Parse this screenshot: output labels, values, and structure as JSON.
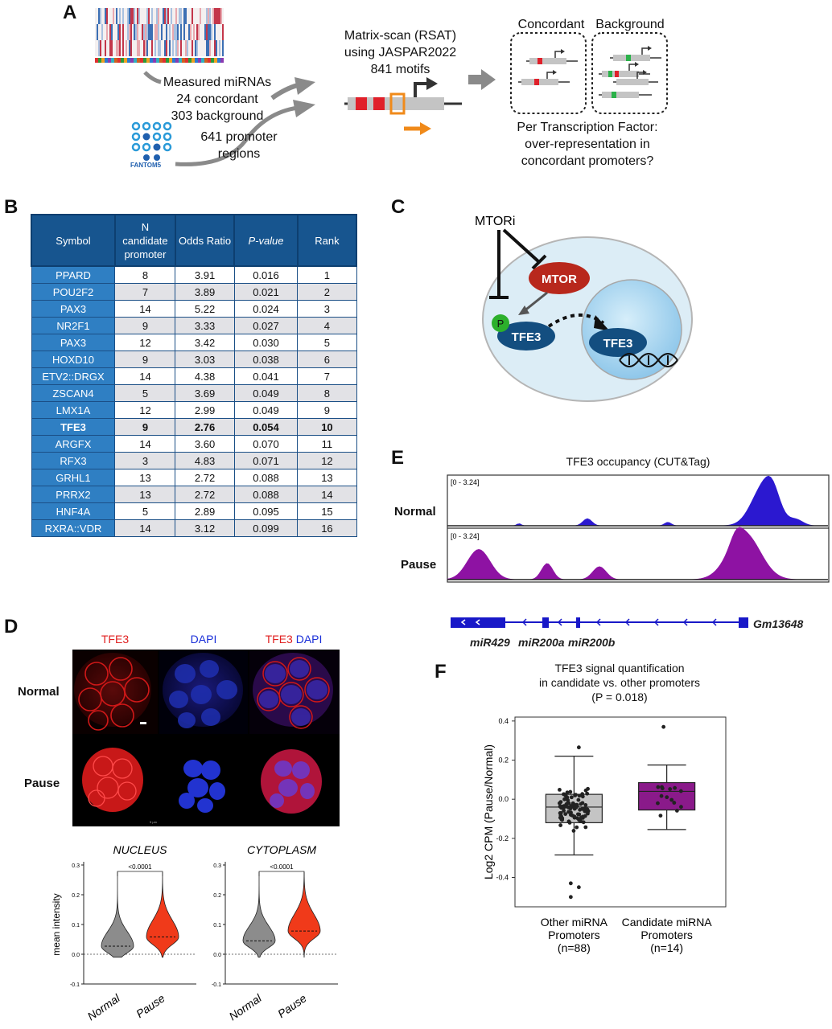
{
  "panels": {
    "a": "A",
    "b": "B",
    "c": "C",
    "d": "D",
    "e": "E",
    "f": "F"
  },
  "panel_a": {
    "rsat_lines": [
      "Matrix-scan (RSAT)",
      "using JASPAR2022",
      "841 motifs"
    ],
    "mirna_lines": [
      "Measured miRNAs",
      "24 concordant",
      "303 background"
    ],
    "promoter_lines": [
      "641 promoter",
      "regions"
    ],
    "fantom_logo": "FANTOM5",
    "concordant": "Concordant",
    "background": "Background",
    "question_lines": [
      "Per Transcription Factor:",
      "over-representation in",
      "concordant promoters?"
    ]
  },
  "panel_b": {
    "headers": [
      "Symbol",
      "N candidate promoter",
      "Odds Ratio",
      "P-value",
      "Rank"
    ],
    "rows": [
      [
        "PPARD",
        "8",
        "3.91",
        "0.016",
        "1"
      ],
      [
        "POU2F2",
        "7",
        "3.89",
        "0.021",
        "2"
      ],
      [
        "PAX3",
        "14",
        "5.22",
        "0.024",
        "3"
      ],
      [
        "NR2F1",
        "9",
        "3.33",
        "0.027",
        "4"
      ],
      [
        "PAX3",
        "12",
        "3.42",
        "0.030",
        "5"
      ],
      [
        "HOXD10",
        "9",
        "3.03",
        "0.038",
        "6"
      ],
      [
        "ETV2::DRGX",
        "14",
        "4.38",
        "0.041",
        "7"
      ],
      [
        "ZSCAN4",
        "5",
        "3.69",
        "0.049",
        "8"
      ],
      [
        "LMX1A",
        "12",
        "2.99",
        "0.049",
        "9"
      ],
      [
        "TFE3",
        "9",
        "2.76",
        "0.054",
        "10"
      ],
      [
        "ARGFX",
        "14",
        "3.60",
        "0.070",
        "11"
      ],
      [
        "RFX3",
        "3",
        "4.83",
        "0.071",
        "12"
      ],
      [
        "GRHL1",
        "13",
        "2.72",
        "0.088",
        "13"
      ],
      [
        "PRRX2",
        "13",
        "2.72",
        "0.088",
        "14"
      ],
      [
        "HNF4A",
        "5",
        "2.89",
        "0.095",
        "15"
      ],
      [
        "RXRA::VDR",
        "14",
        "3.12",
        "0.099",
        "16"
      ]
    ],
    "bold_row_index": 9
  },
  "panel_c": {
    "mtori": "MTORi",
    "mtor": "MTOR",
    "p": "P",
    "tfe3_cyto": "TFE3",
    "tfe3_nuc": "TFE3"
  },
  "panel_d": {
    "col_tfe3": "TFE3",
    "col_dapi": "DAPI",
    "col_merge_tfe3": "TFE3",
    "col_merge_dapi": "DAPI",
    "row_normal": "Normal",
    "row_pause": "Pause",
    "scale_text": "5 μm",
    "colors": {
      "tfe3": "#e02020",
      "dapi": "#1a2fd8"
    }
  },
  "panel_e": {
    "title": "TFE3 occupancy (CUT&Tag)",
    "normal": "Normal",
    "pause": "Pause",
    "range": "[0 - 3.24]",
    "genes": [
      "miR429",
      "miR200a",
      "miR200b"
    ],
    "gene_right": "Gm13648",
    "colors": {
      "normal": "#2b18d0",
      "pause": "#8e12a3"
    }
  },
  "chart_data": [
    {
      "type": "violin",
      "title": "NUCLEUS",
      "ylabel": "mean intensity",
      "categories": [
        "Normal",
        "Pause"
      ],
      "ylim": [
        -0.1,
        0.3
      ],
      "yticks": [
        "-0.1",
        "0.0",
        "0.1",
        "0.2",
        "0.3"
      ],
      "significance": "<0.0001",
      "medians": [
        0.027,
        0.058
      ],
      "colors": [
        "#8c8c8c",
        "#f03a1a"
      ]
    },
    {
      "type": "violin",
      "title": "CYTOPLASM",
      "ylabel": "",
      "categories": [
        "Normal",
        "Pause"
      ],
      "ylim": [
        -0.1,
        0.3
      ],
      "yticks": [
        "-0.1",
        "0.0",
        "0.1",
        "0.2",
        "0.3"
      ],
      "significance": "<0.0001",
      "medians": [
        0.045,
        0.078
      ],
      "colors": [
        "#8c8c8c",
        "#f03a1a"
      ]
    },
    {
      "type": "box",
      "title_lines": [
        "TFE3 signal quantification",
        "in candidate vs. other promoters",
        "(P = 0.018)"
      ],
      "ylabel": "Log2 CPM (Pause/Normal)",
      "categories": [
        "Other miRNA Promoters (n=88)",
        "Candidate miRNA Promoters (n=14)"
      ],
      "cat_lines": [
        [
          "Other miRNA",
          "Promoters",
          "(n=88)"
        ],
        [
          "Candidate miRNA",
          "Promoters",
          "(n=14)"
        ]
      ],
      "ylim": [
        -0.55,
        0.42
      ],
      "yticks": [
        -0.4,
        -0.2,
        0.0,
        0.2,
        0.4
      ],
      "ytick_labels": [
        "-0.4",
        "-0.2",
        "0.0",
        "0.2",
        "0.4"
      ],
      "boxes": [
        {
          "min": -0.285,
          "q1": -0.12,
          "median": -0.04,
          "q3": 0.025,
          "max": 0.22,
          "color": "#c4c4c4"
        },
        {
          "min": -0.155,
          "q1": -0.055,
          "median": 0.04,
          "q3": 0.085,
          "max": 0.175,
          "color": "#8a1a8a"
        }
      ],
      "outliers": [
        [
          -0.43,
          -0.45,
          -0.5,
          0.265
        ],
        [
          0.37
        ]
      ],
      "colors": [
        "#c4c4c4",
        "#8a1a8a"
      ]
    }
  ]
}
